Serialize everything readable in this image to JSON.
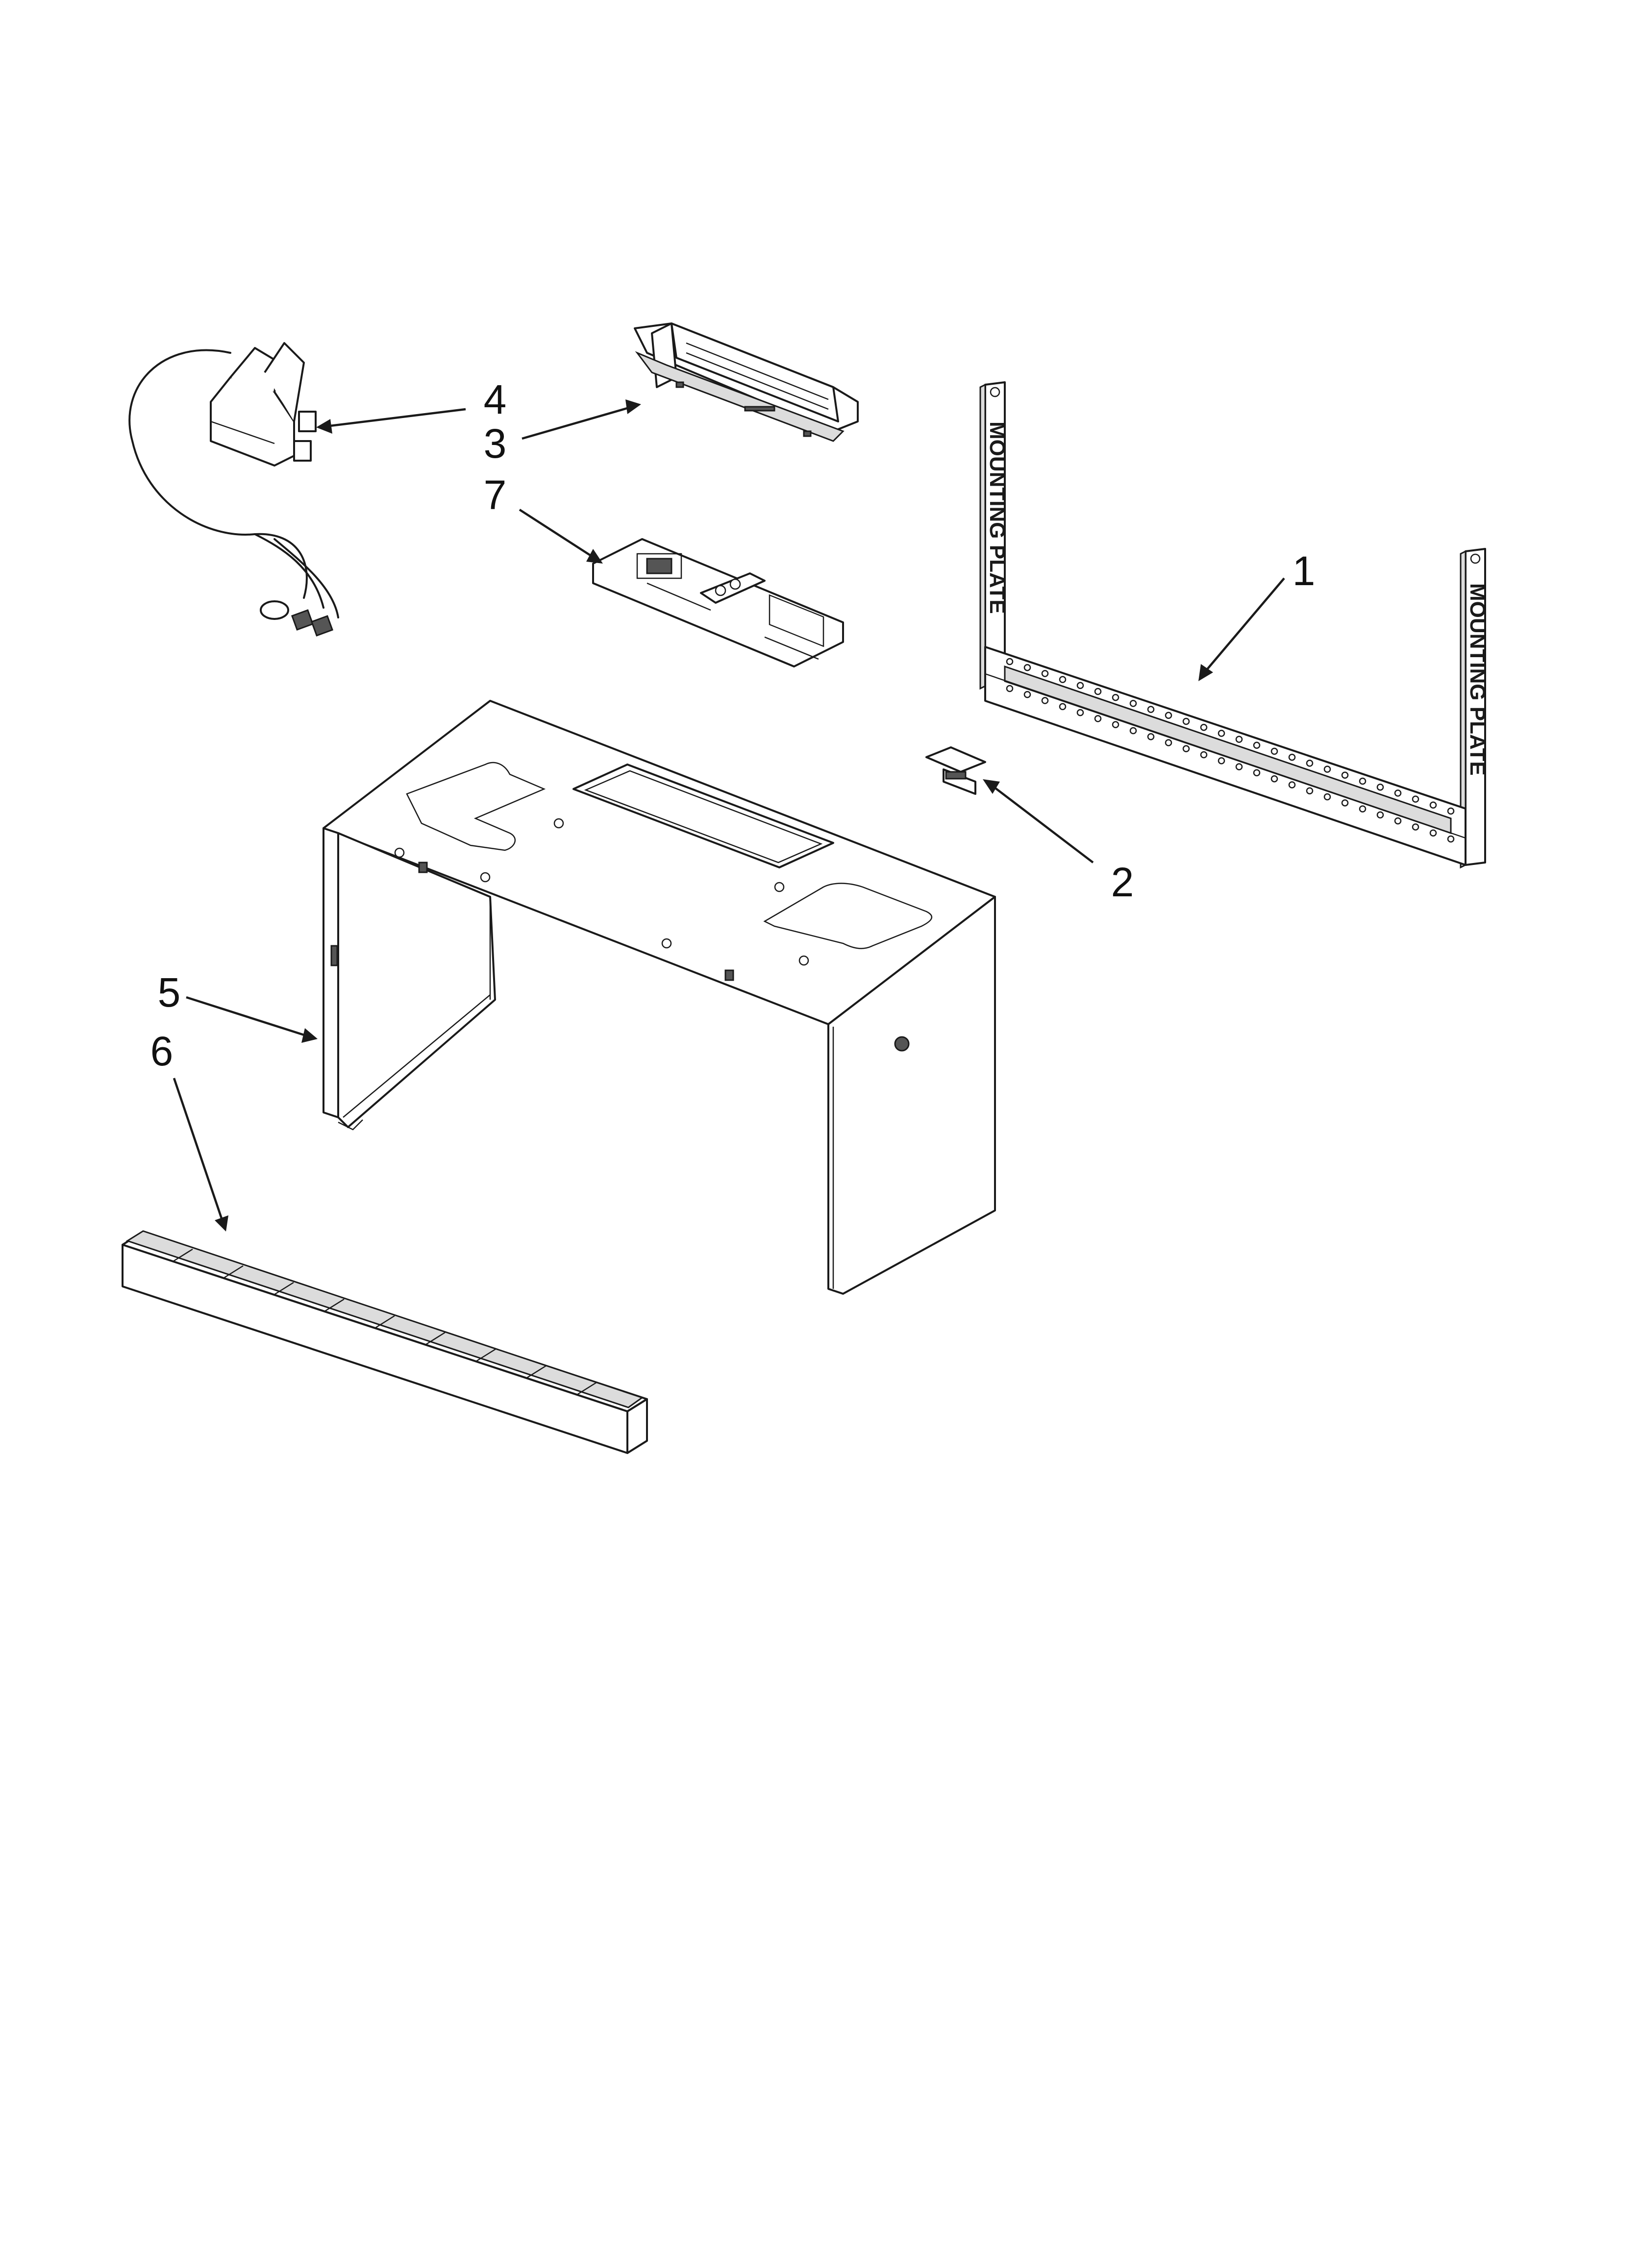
{
  "callouts": [
    {
      "id": "1",
      "label": "1"
    },
    {
      "id": "2",
      "label": "2"
    },
    {
      "id": "3",
      "label": "3"
    },
    {
      "id": "4",
      "label": "4"
    },
    {
      "id": "5",
      "label": "5"
    },
    {
      "id": "6",
      "label": "6"
    },
    {
      "id": "7",
      "label": "7"
    }
  ],
  "mounting_plate_text": "MOUNTING PLATE"
}
